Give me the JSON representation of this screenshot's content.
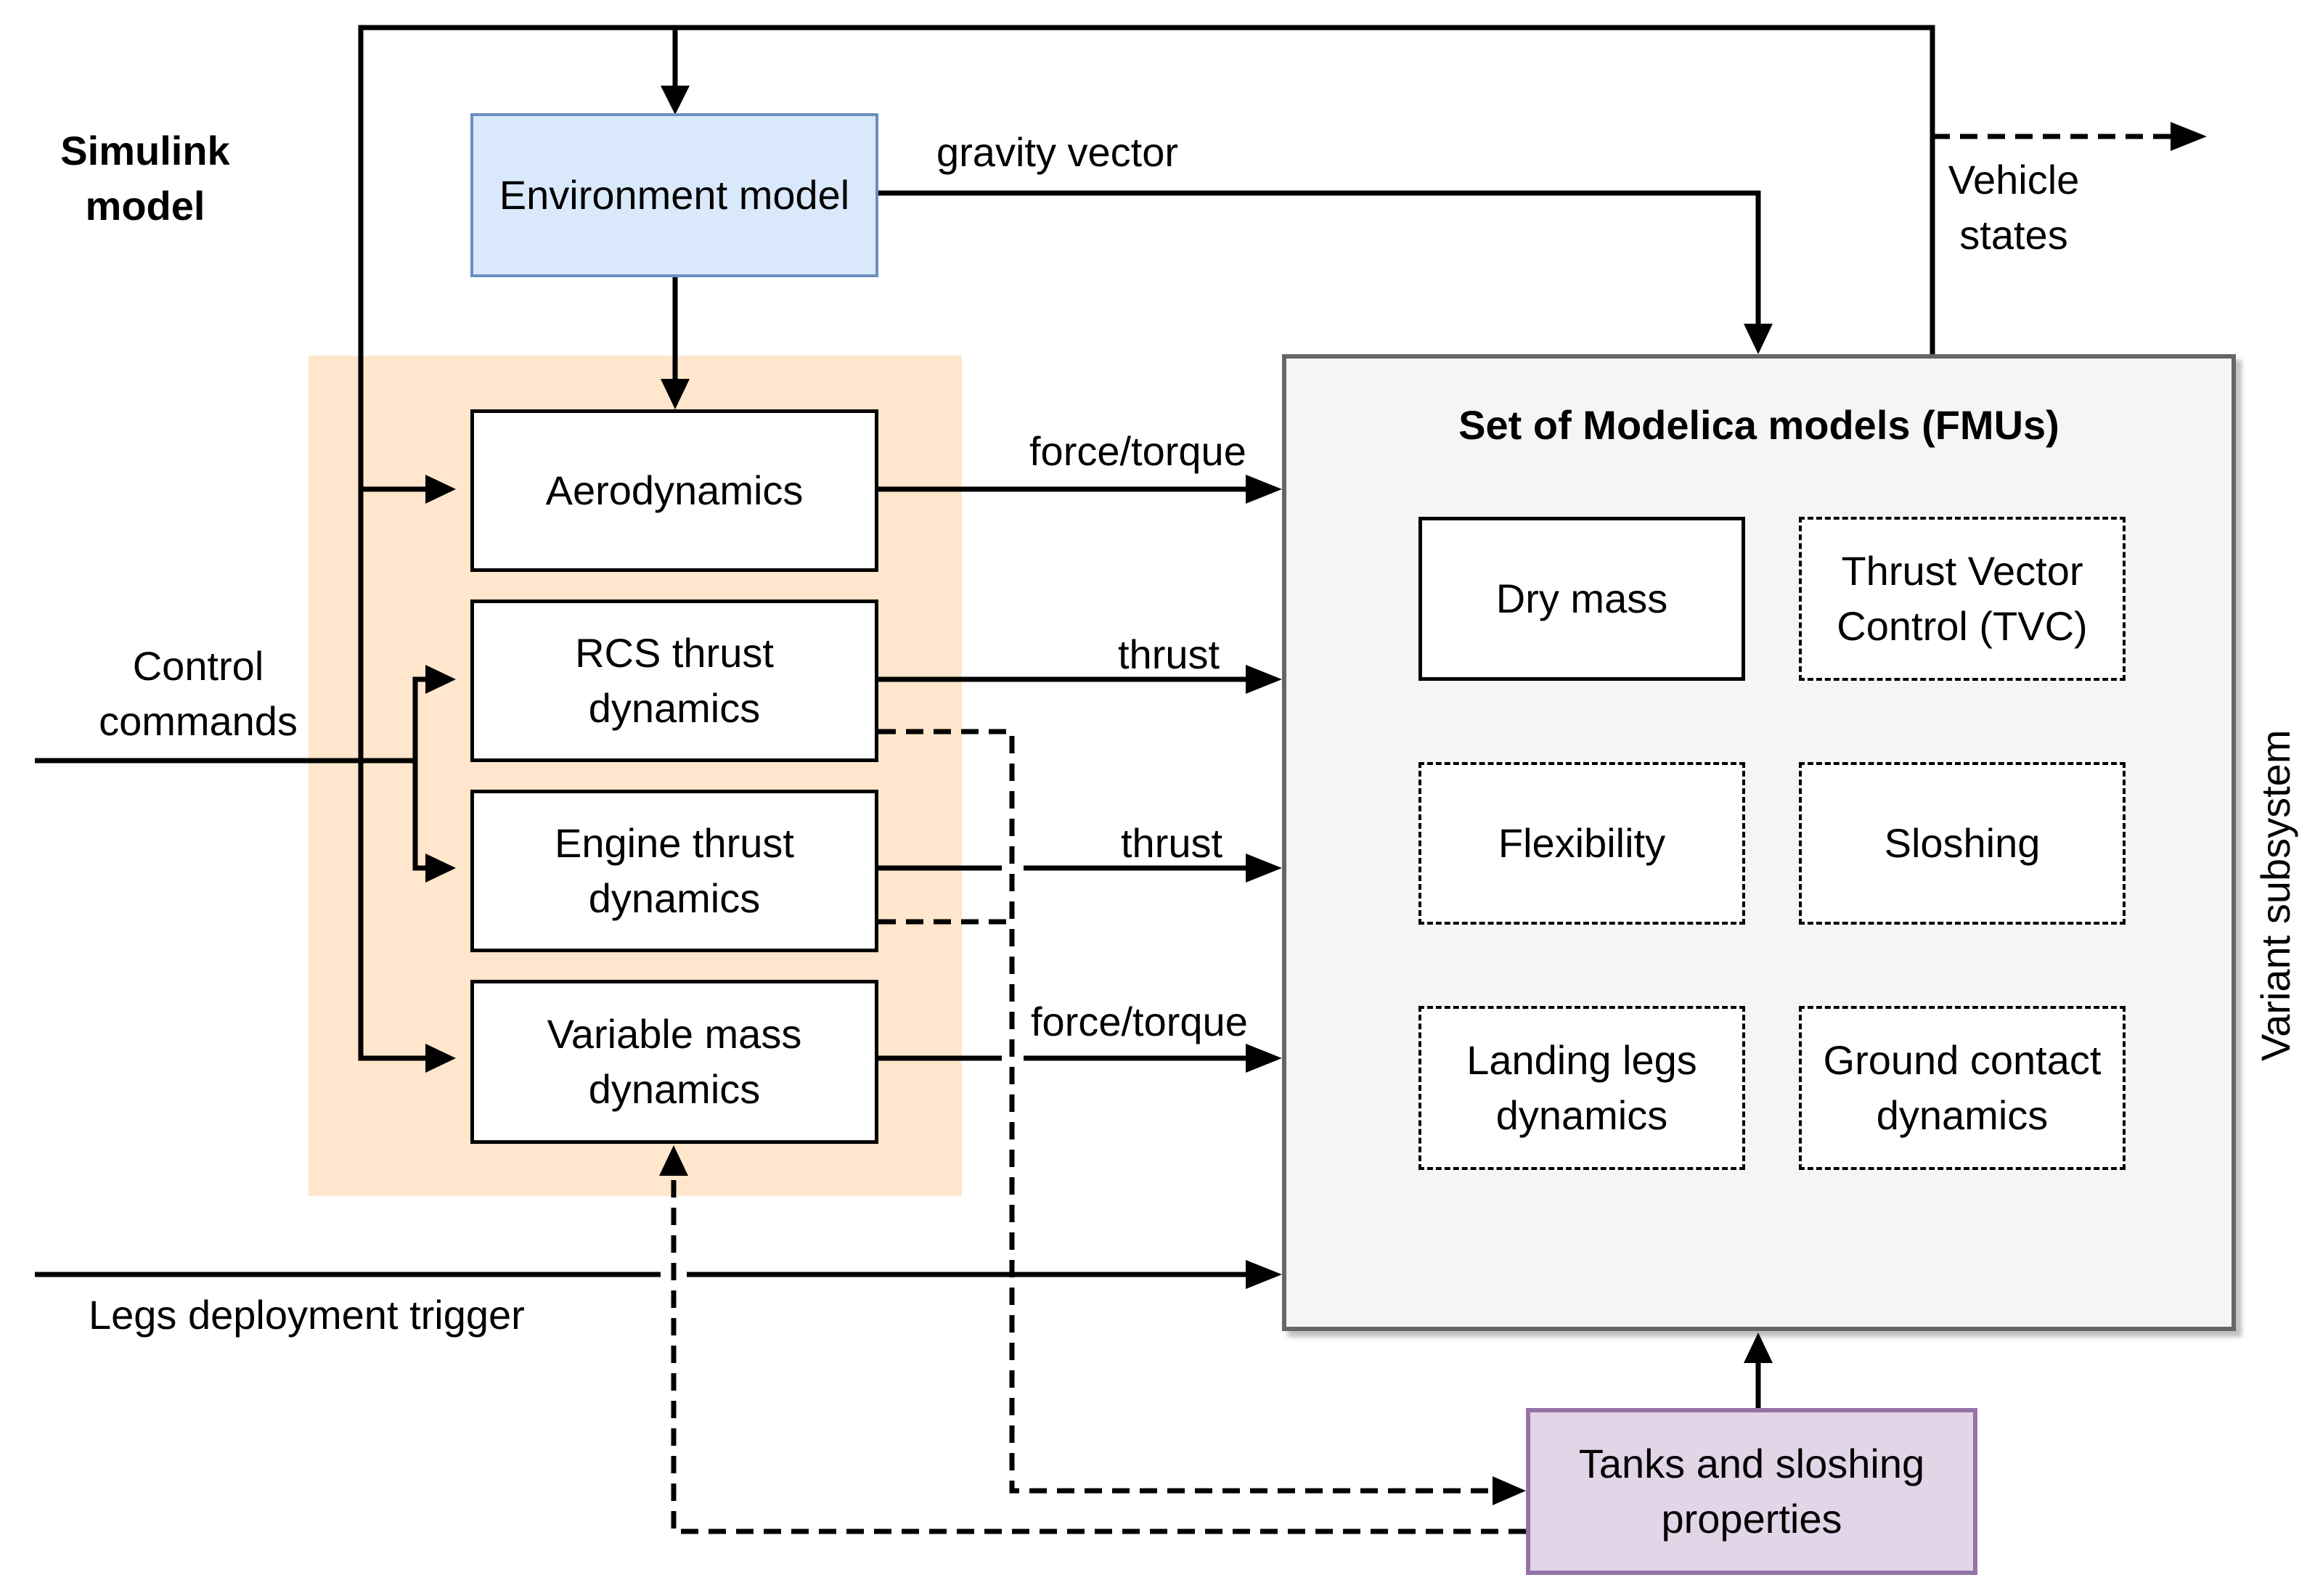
{
  "title": "Simulink\nmodel",
  "nodes": {
    "environment": "Environment model",
    "aerodynamics": "Aerodynamics",
    "rcs": "RCS thrust\ndynamics",
    "engine": "Engine thrust\ndynamics",
    "varmass": "Variable mass\ndynamics",
    "tanks": "Tanks and sloshing\nproperties"
  },
  "fmu": {
    "title": "Set of Modelica models (FMUs)",
    "variant_label": "Variant subsystem",
    "dry_mass": "Dry mass",
    "tvc": "Thrust Vector\nControl (TVC)",
    "flexibility": "Flexibility",
    "sloshing": "Sloshing",
    "landing_legs": "Landing legs\ndynamics",
    "ground_contact": "Ground contact\ndynamics"
  },
  "edges": {
    "gravity": "gravity vector",
    "force_torque_1": "force/torque",
    "thrust_1": "thrust",
    "thrust_2": "thrust",
    "force_torque_2": "force/torque",
    "vehicle_states": "Vehicle\nstates",
    "control_commands": "Control\ncommands",
    "legs_trigger": "Legs deployment trigger"
  },
  "colors": {
    "group_fill": "#ffe6cc",
    "env_fill": "#dae8fc",
    "env_stroke": "#6c8ebf",
    "tanks_fill": "#e1d5e7",
    "tanks_stroke": "#9673a6",
    "variant_fill": "#f5f5f5",
    "variant_stroke": "#666666"
  }
}
